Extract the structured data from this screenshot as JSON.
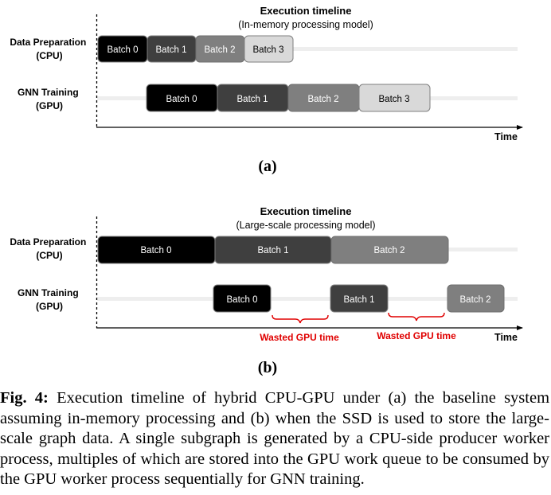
{
  "panels": [
    {
      "title": "Execution timeline",
      "subtitle": "(In-memory processing model)",
      "label": "(a)",
      "time_label": "Time",
      "rows": [
        {
          "label_line1": "Data Preparation",
          "label_line2": "(CPU)",
          "batches": [
            {
              "label": "Batch 0",
              "fill": "#000000",
              "text_color": "#ffffff"
            },
            {
              "label": "Batch 1",
              "fill": "#3f3f3f",
              "text_color": "#ffffff"
            },
            {
              "label": "Batch 2",
              "fill": "#7f7f7f",
              "text_color": "#ffffff"
            },
            {
              "label": "Batch 3",
              "fill": "#d9d9d9",
              "text_color": "#000000"
            }
          ]
        },
        {
          "label_line1": "GNN Training",
          "label_line2": "(GPU)",
          "batches": [
            {
              "label": "Batch 0",
              "fill": "#000000",
              "text_color": "#ffffff"
            },
            {
              "label": "Batch 1",
              "fill": "#3f3f3f",
              "text_color": "#ffffff"
            },
            {
              "label": "Batch 2",
              "fill": "#7f7f7f",
              "text_color": "#ffffff"
            },
            {
              "label": "Batch 3",
              "fill": "#d9d9d9",
              "text_color": "#000000"
            }
          ]
        }
      ],
      "wasted": []
    },
    {
      "title": "Execution timeline",
      "subtitle": "(Large-scale processing model)",
      "label": "(b)",
      "time_label": "Time",
      "rows": [
        {
          "label_line1": "Data Preparation",
          "label_line2": "(CPU)",
          "batches": [
            {
              "label": "Batch 0",
              "fill": "#000000",
              "text_color": "#ffffff"
            },
            {
              "label": "Batch 1",
              "fill": "#3f3f3f",
              "text_color": "#ffffff"
            },
            {
              "label": "Batch 2",
              "fill": "#7f7f7f",
              "text_color": "#ffffff"
            }
          ]
        },
        {
          "label_line1": "GNN Training",
          "label_line2": "(GPU)",
          "batches": [
            {
              "label": "Batch 0",
              "fill": "#000000",
              "text_color": "#ffffff"
            },
            {
              "label": "Batch 1",
              "fill": "#3f3f3f",
              "text_color": "#ffffff"
            },
            {
              "label": "Batch 2",
              "fill": "#7f7f7f",
              "text_color": "#ffffff"
            }
          ]
        }
      ],
      "wasted": [
        {
          "label": "Wasted GPU time"
        },
        {
          "label": "Wasted GPU time"
        }
      ]
    }
  ],
  "caption": {
    "prefix": "Fig. 4:",
    "text": "Execution timeline of hybrid CPU-GPU under (a) the baseline system assuming in-memory processing and (b) when the SSD is used to store the large-scale graph data. A single subgraph is generated by a CPU-side producer worker process, multiples of which are stored into the GPU work queue to be consumed by the GPU worker process sequentially for GNN training."
  },
  "colors": {
    "wasted": "#e00000",
    "track": "#eeeeee",
    "box_stroke": "#7f7f7f"
  }
}
